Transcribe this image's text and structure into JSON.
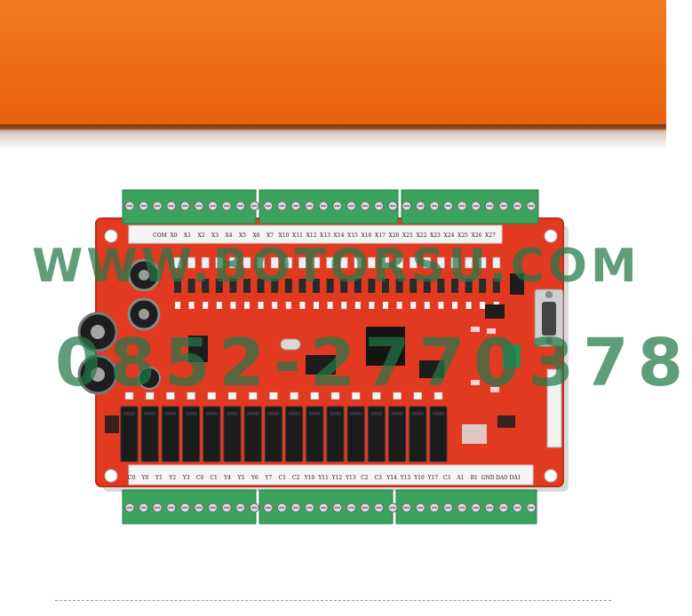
{
  "image": {
    "subject": "PLC controller board",
    "accent_colors": {
      "banner": "#ee6a14",
      "pcb": "#e23a20",
      "terminal_green": "#3aa35d",
      "watermark": "#2a7a4c"
    }
  },
  "board": {
    "top_labels": [
      "COM",
      "X0",
      "X1",
      "X2",
      "X3",
      "X4",
      "X5",
      "X6",
      "X7",
      "X10",
      "X11",
      "X12",
      "X13",
      "X14",
      "X15",
      "X16",
      "X17",
      "X20",
      "X21",
      "X22",
      "X23",
      "X24",
      "X25",
      "X26",
      "X27"
    ],
    "bottom_labels": [
      "C0",
      "Y0",
      "Y1",
      "Y2",
      "Y3",
      "C0",
      "C1",
      "Y4",
      "Y5",
      "Y6",
      "Y7",
      "C1",
      "C2",
      "Y10",
      "Y11",
      "Y12",
      "Y13",
      "C2",
      "C3",
      "Y14",
      "Y15",
      "Y16",
      "Y17",
      "C3",
      "A1",
      "B1",
      "GND",
      "DA0",
      "DA1"
    ]
  },
  "watermark": {
    "line1": "WWW.BOTORSU.COM",
    "line2": "0852-2770378"
  }
}
